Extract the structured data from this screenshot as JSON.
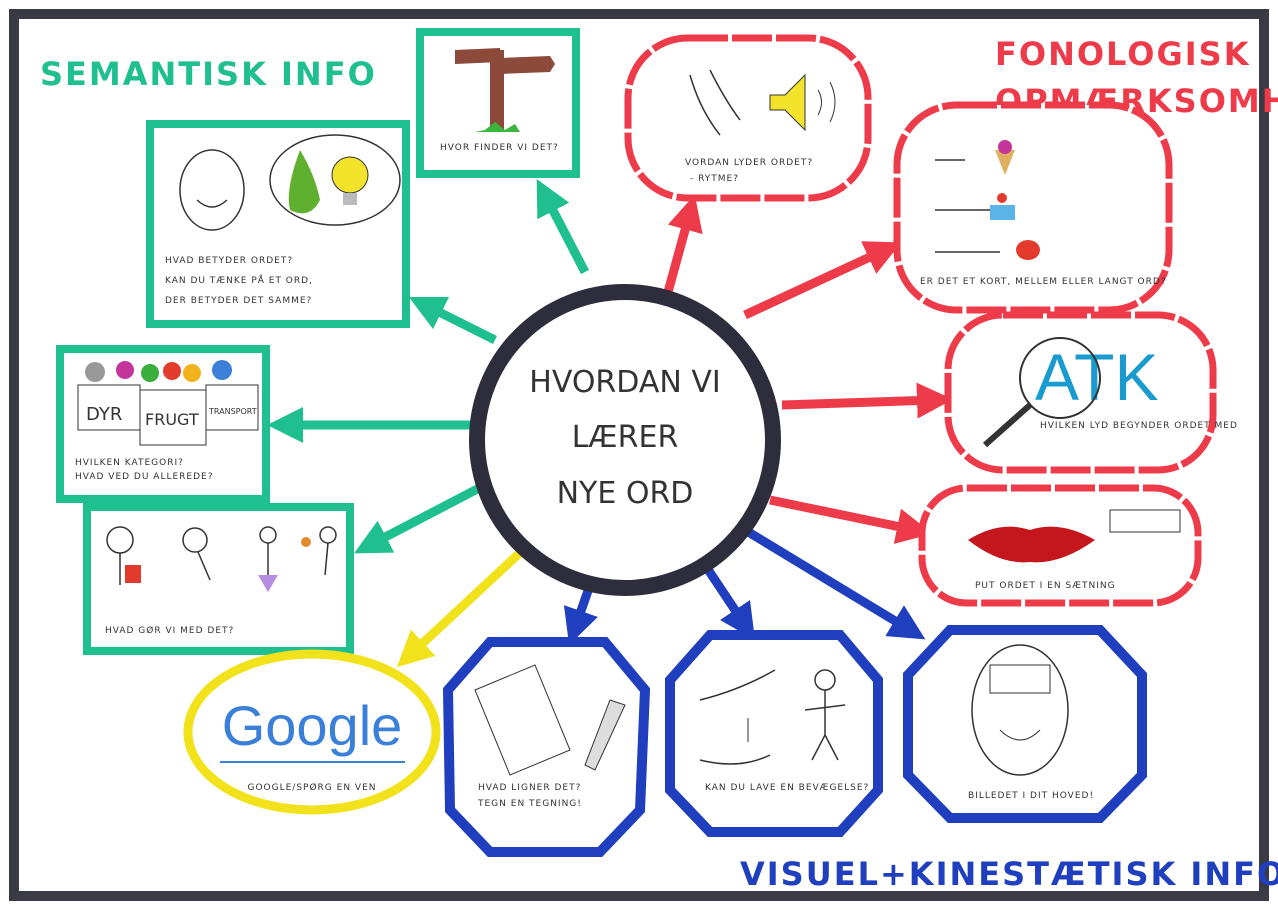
{
  "colors": {
    "semantic": "#1fbf8f",
    "phonological": "#ee3b4a",
    "visual": "#1f3fbf",
    "google": "#f2e21c",
    "center": "#2d2d3c",
    "frame": "#3a3a44"
  },
  "headings": {
    "semantic": "SEMANTISK INFO",
    "phonological_1": "FONOLOGISK",
    "phonological_2": "OPMÆRKSOMHED",
    "visual": "VISUEL+KINESTÆTISK INFO"
  },
  "center": {
    "line1": "HVORDAN VI",
    "line2": "LÆRER",
    "line3": "NYE ORD"
  },
  "semantic_nodes": {
    "where": "HVOR FINDER VI DET?",
    "meaning": [
      "HVAD BETYDER ORDET?",
      "KAN DU TÆNKE PÅ ET ORD,",
      "DER BETYDER DET SAMME?"
    ],
    "category_boxes": [
      "DYR",
      "FRUGT",
      "TRANSPORT"
    ],
    "category": [
      "HVILKEN KATEGORI?",
      "HVAD VED DU ALLEREDE?"
    ],
    "action": "HVAD GØR VI MED DET?"
  },
  "google_node": {
    "logo": "Google",
    "caption": "GOOGLE/SPØRG EN VEN"
  },
  "phonological_nodes": {
    "sound": [
      "VORDAN LYDER ORDET?",
      "- RYTME?"
    ],
    "length": "ER DET ET KORT, MELLEM ELLER LANGT ORD?",
    "atk_logo": "ATK",
    "atk": "HVILKEN LYD BEGYNDER ORDET MED",
    "sentence": "PUT ORDET I EN SÆTNING"
  },
  "visual_nodes": {
    "drawing": [
      "HVAD LIGNER DET?",
      "TEGN EN TEGNING!"
    ],
    "gesture": "KAN DU LAVE EN BEVÆGELSE?",
    "head": "BILLEDET I DIT HOVED!"
  }
}
